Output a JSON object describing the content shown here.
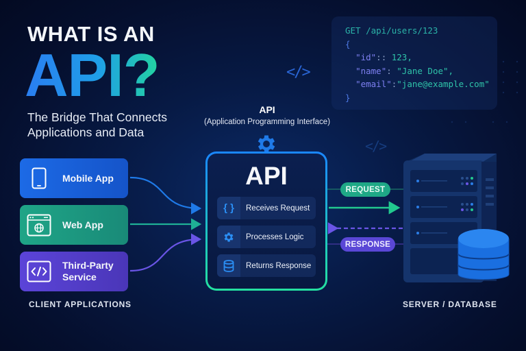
{
  "header": {
    "title_line1": "WHAT IS AN",
    "title_line2": "API?",
    "subtitle_line1": "The Bridge That Connects",
    "subtitle_line2": "Applications and Data"
  },
  "code_sample": {
    "request_line": "GET /api/users/123",
    "open_brace": "{",
    "fields": [
      {
        "key": "\"id\"",
        "sep": ":: ",
        "value": "123,"
      },
      {
        "key": "\"name\"",
        "sep": ": ",
        "value": "\"Jane Doe\","
      },
      {
        "key": "\"email\"",
        "sep": ":",
        "value": "\"jane@example.com\""
      }
    ],
    "close_brace": "}"
  },
  "decor": {
    "code_glyph": "</>"
  },
  "api": {
    "label": "API",
    "full_name": "(Application Programming Interface)",
    "box_title": "API",
    "steps": [
      {
        "icon": "braces-icon",
        "label": "Receives Request"
      },
      {
        "icon": "gear-icon",
        "label": "Processes Logic"
      },
      {
        "icon": "database-icon",
        "label": "Returns Response"
      }
    ]
  },
  "clients": {
    "section_label": "CLIENT APPLICATIONS",
    "items": [
      {
        "icon": "tablet-icon",
        "label": "Mobile App",
        "color": "#1c6ae6"
      },
      {
        "icon": "browser-globe-icon",
        "label": "Web App",
        "color": "#1fa587"
      },
      {
        "icon": "code-icon",
        "label_line1": "Third-Party",
        "label_line2": "Service",
        "color": "#5b44d8"
      }
    ]
  },
  "flow": {
    "request_label": "REQUEST",
    "response_label": "RESPONSE",
    "request_color": "#22c98f",
    "response_color": "#6a55e6"
  },
  "server": {
    "section_label": "SERVER / DATABASE"
  }
}
